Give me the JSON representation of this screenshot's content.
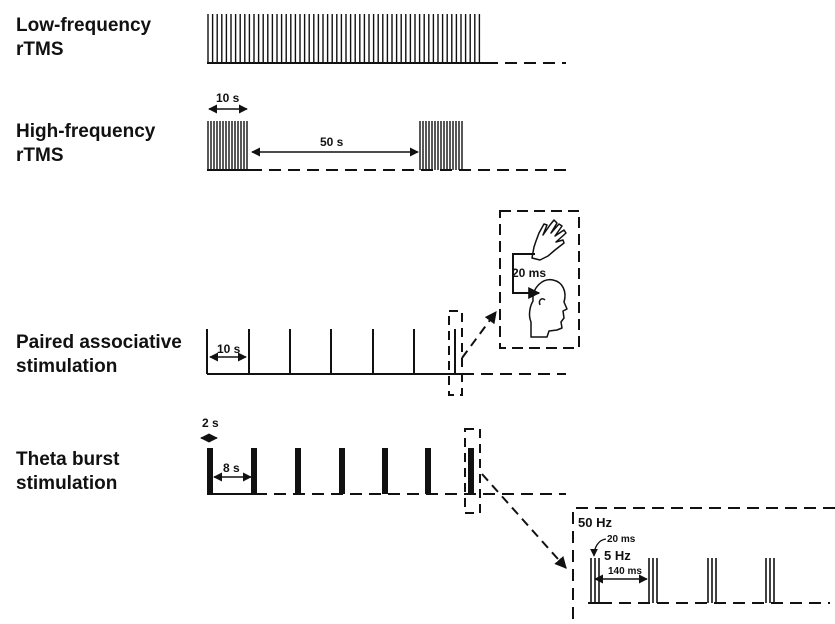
{
  "protocols": {
    "low_frequency": {
      "line1": "Low-frequency",
      "line2": "rTMS"
    },
    "high_frequency": {
      "line1": "High-frequency",
      "line2": "rTMS",
      "train_duration": "10 s",
      "interval": "50 s"
    },
    "paired_associative": {
      "line1": "Paired associative",
      "line2": "stimulation",
      "interval": "10 s",
      "delay": "20 ms"
    },
    "theta_burst": {
      "line1": "Theta burst",
      "line2": "stimulation",
      "burst_train": "2 s",
      "interval": "8 s"
    }
  },
  "tbs_inset": {
    "freq_label": "50 Hz",
    "pulse_interval": "20 ms",
    "burst_freq": "5 Hz",
    "burst_interval": "140 ms"
  },
  "icons": [
    "hand-icon",
    "head-icon"
  ]
}
